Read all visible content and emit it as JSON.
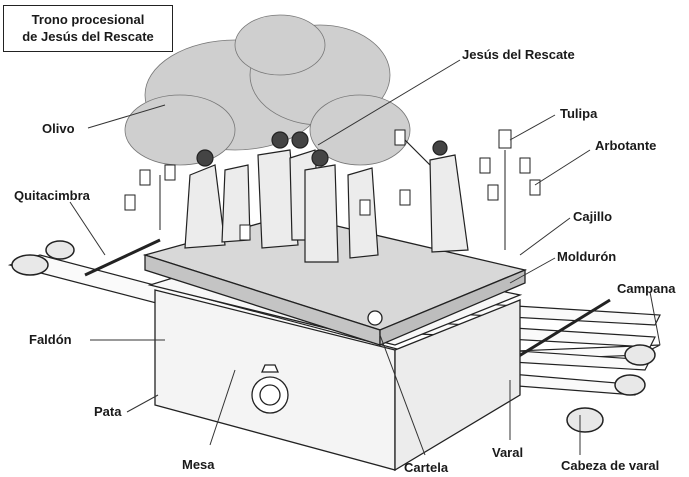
{
  "title": {
    "line1": "Trono procesional",
    "line2": "de Jesús del Rescate"
  },
  "labels": {
    "jesus": "Jesús del Rescate",
    "olivo": "Olivo",
    "tulipa": "Tulipa",
    "arbotante": "Arbotante",
    "quitacimbra": "Quitacimbra",
    "cajillo": "Cajillo",
    "moldurón": "Moldurón",
    "campana": "Campana",
    "faldon": "Faldón",
    "pata": "Pata",
    "mesa": "Mesa",
    "cartela": "Cartela",
    "varal": "Varal",
    "cabeza_varal": "Cabeza de varal"
  }
}
